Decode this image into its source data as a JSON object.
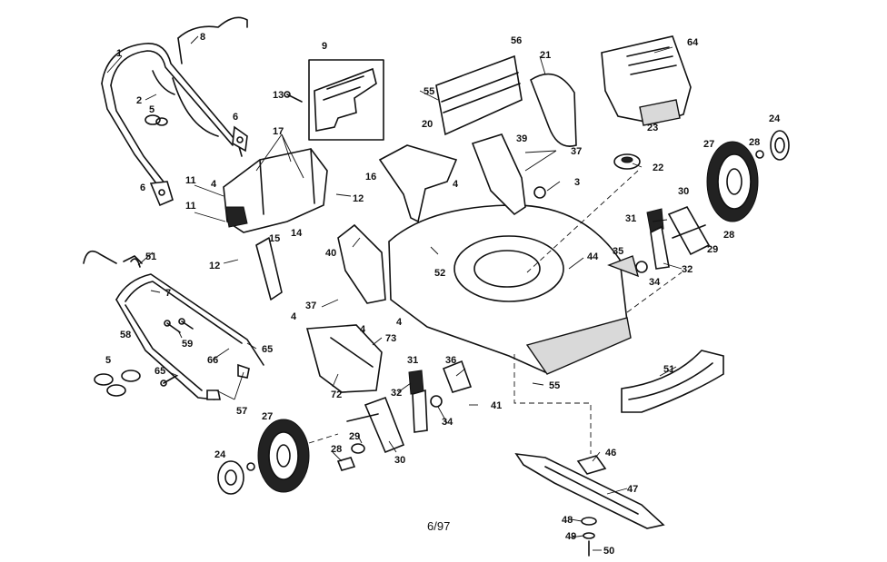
{
  "drawing": {
    "date_code": "6/97",
    "callouts": [
      {
        "id": "1",
        "label": "1"
      },
      {
        "id": "2",
        "label": "2"
      },
      {
        "id": "3",
        "label": "3"
      },
      {
        "id": "4a",
        "label": "4"
      },
      {
        "id": "4b",
        "label": "4"
      },
      {
        "id": "4c",
        "label": "4"
      },
      {
        "id": "4d",
        "label": "4"
      },
      {
        "id": "4e",
        "label": "4"
      },
      {
        "id": "5a",
        "label": "5"
      },
      {
        "id": "5b",
        "label": "5"
      },
      {
        "id": "6a",
        "label": "6"
      },
      {
        "id": "6b",
        "label": "6"
      },
      {
        "id": "7",
        "label": "7"
      },
      {
        "id": "8",
        "label": "8"
      },
      {
        "id": "9",
        "label": "9"
      },
      {
        "id": "11a",
        "label": "11"
      },
      {
        "id": "11b",
        "label": "11"
      },
      {
        "id": "12a",
        "label": "12"
      },
      {
        "id": "12b",
        "label": "12"
      },
      {
        "id": "13",
        "label": "13"
      },
      {
        "id": "14",
        "label": "14"
      },
      {
        "id": "15",
        "label": "15"
      },
      {
        "id": "16",
        "label": "16"
      },
      {
        "id": "17",
        "label": "17"
      },
      {
        "id": "20",
        "label": "20"
      },
      {
        "id": "21",
        "label": "21"
      },
      {
        "id": "22",
        "label": "22"
      },
      {
        "id": "23",
        "label": "23"
      },
      {
        "id": "24a",
        "label": "24"
      },
      {
        "id": "24b",
        "label": "24"
      },
      {
        "id": "27a",
        "label": "27"
      },
      {
        "id": "27b",
        "label": "27"
      },
      {
        "id": "28a",
        "label": "28"
      },
      {
        "id": "28b",
        "label": "28"
      },
      {
        "id": "28c",
        "label": "28"
      },
      {
        "id": "29a",
        "label": "29"
      },
      {
        "id": "29b",
        "label": "29"
      },
      {
        "id": "30a",
        "label": "30"
      },
      {
        "id": "30b",
        "label": "30"
      },
      {
        "id": "31a",
        "label": "31"
      },
      {
        "id": "31b",
        "label": "31"
      },
      {
        "id": "32a",
        "label": "32"
      },
      {
        "id": "32b",
        "label": "32"
      },
      {
        "id": "34a",
        "label": "34"
      },
      {
        "id": "34b",
        "label": "34"
      },
      {
        "id": "35",
        "label": "35"
      },
      {
        "id": "36",
        "label": "36"
      },
      {
        "id": "37a",
        "label": "37"
      },
      {
        "id": "37b",
        "label": "37"
      },
      {
        "id": "39",
        "label": "39"
      },
      {
        "id": "40",
        "label": "40"
      },
      {
        "id": "41",
        "label": "41"
      },
      {
        "id": "44",
        "label": "44"
      },
      {
        "id": "46",
        "label": "46"
      },
      {
        "id": "47",
        "label": "47"
      },
      {
        "id": "48",
        "label": "48"
      },
      {
        "id": "49",
        "label": "49"
      },
      {
        "id": "50",
        "label": "50"
      },
      {
        "id": "51a",
        "label": "51"
      },
      {
        "id": "51b",
        "label": "51"
      },
      {
        "id": "52",
        "label": "52"
      },
      {
        "id": "55a",
        "label": "55"
      },
      {
        "id": "55b",
        "label": "55"
      },
      {
        "id": "56",
        "label": "56"
      },
      {
        "id": "57",
        "label": "57"
      },
      {
        "id": "58",
        "label": "58"
      },
      {
        "id": "59",
        "label": "59"
      },
      {
        "id": "64",
        "label": "64"
      },
      {
        "id": "65a",
        "label": "65"
      },
      {
        "id": "65b",
        "label": "65"
      },
      {
        "id": "66",
        "label": "66"
      },
      {
        "id": "72",
        "label": "72"
      },
      {
        "id": "73",
        "label": "73"
      }
    ]
  }
}
